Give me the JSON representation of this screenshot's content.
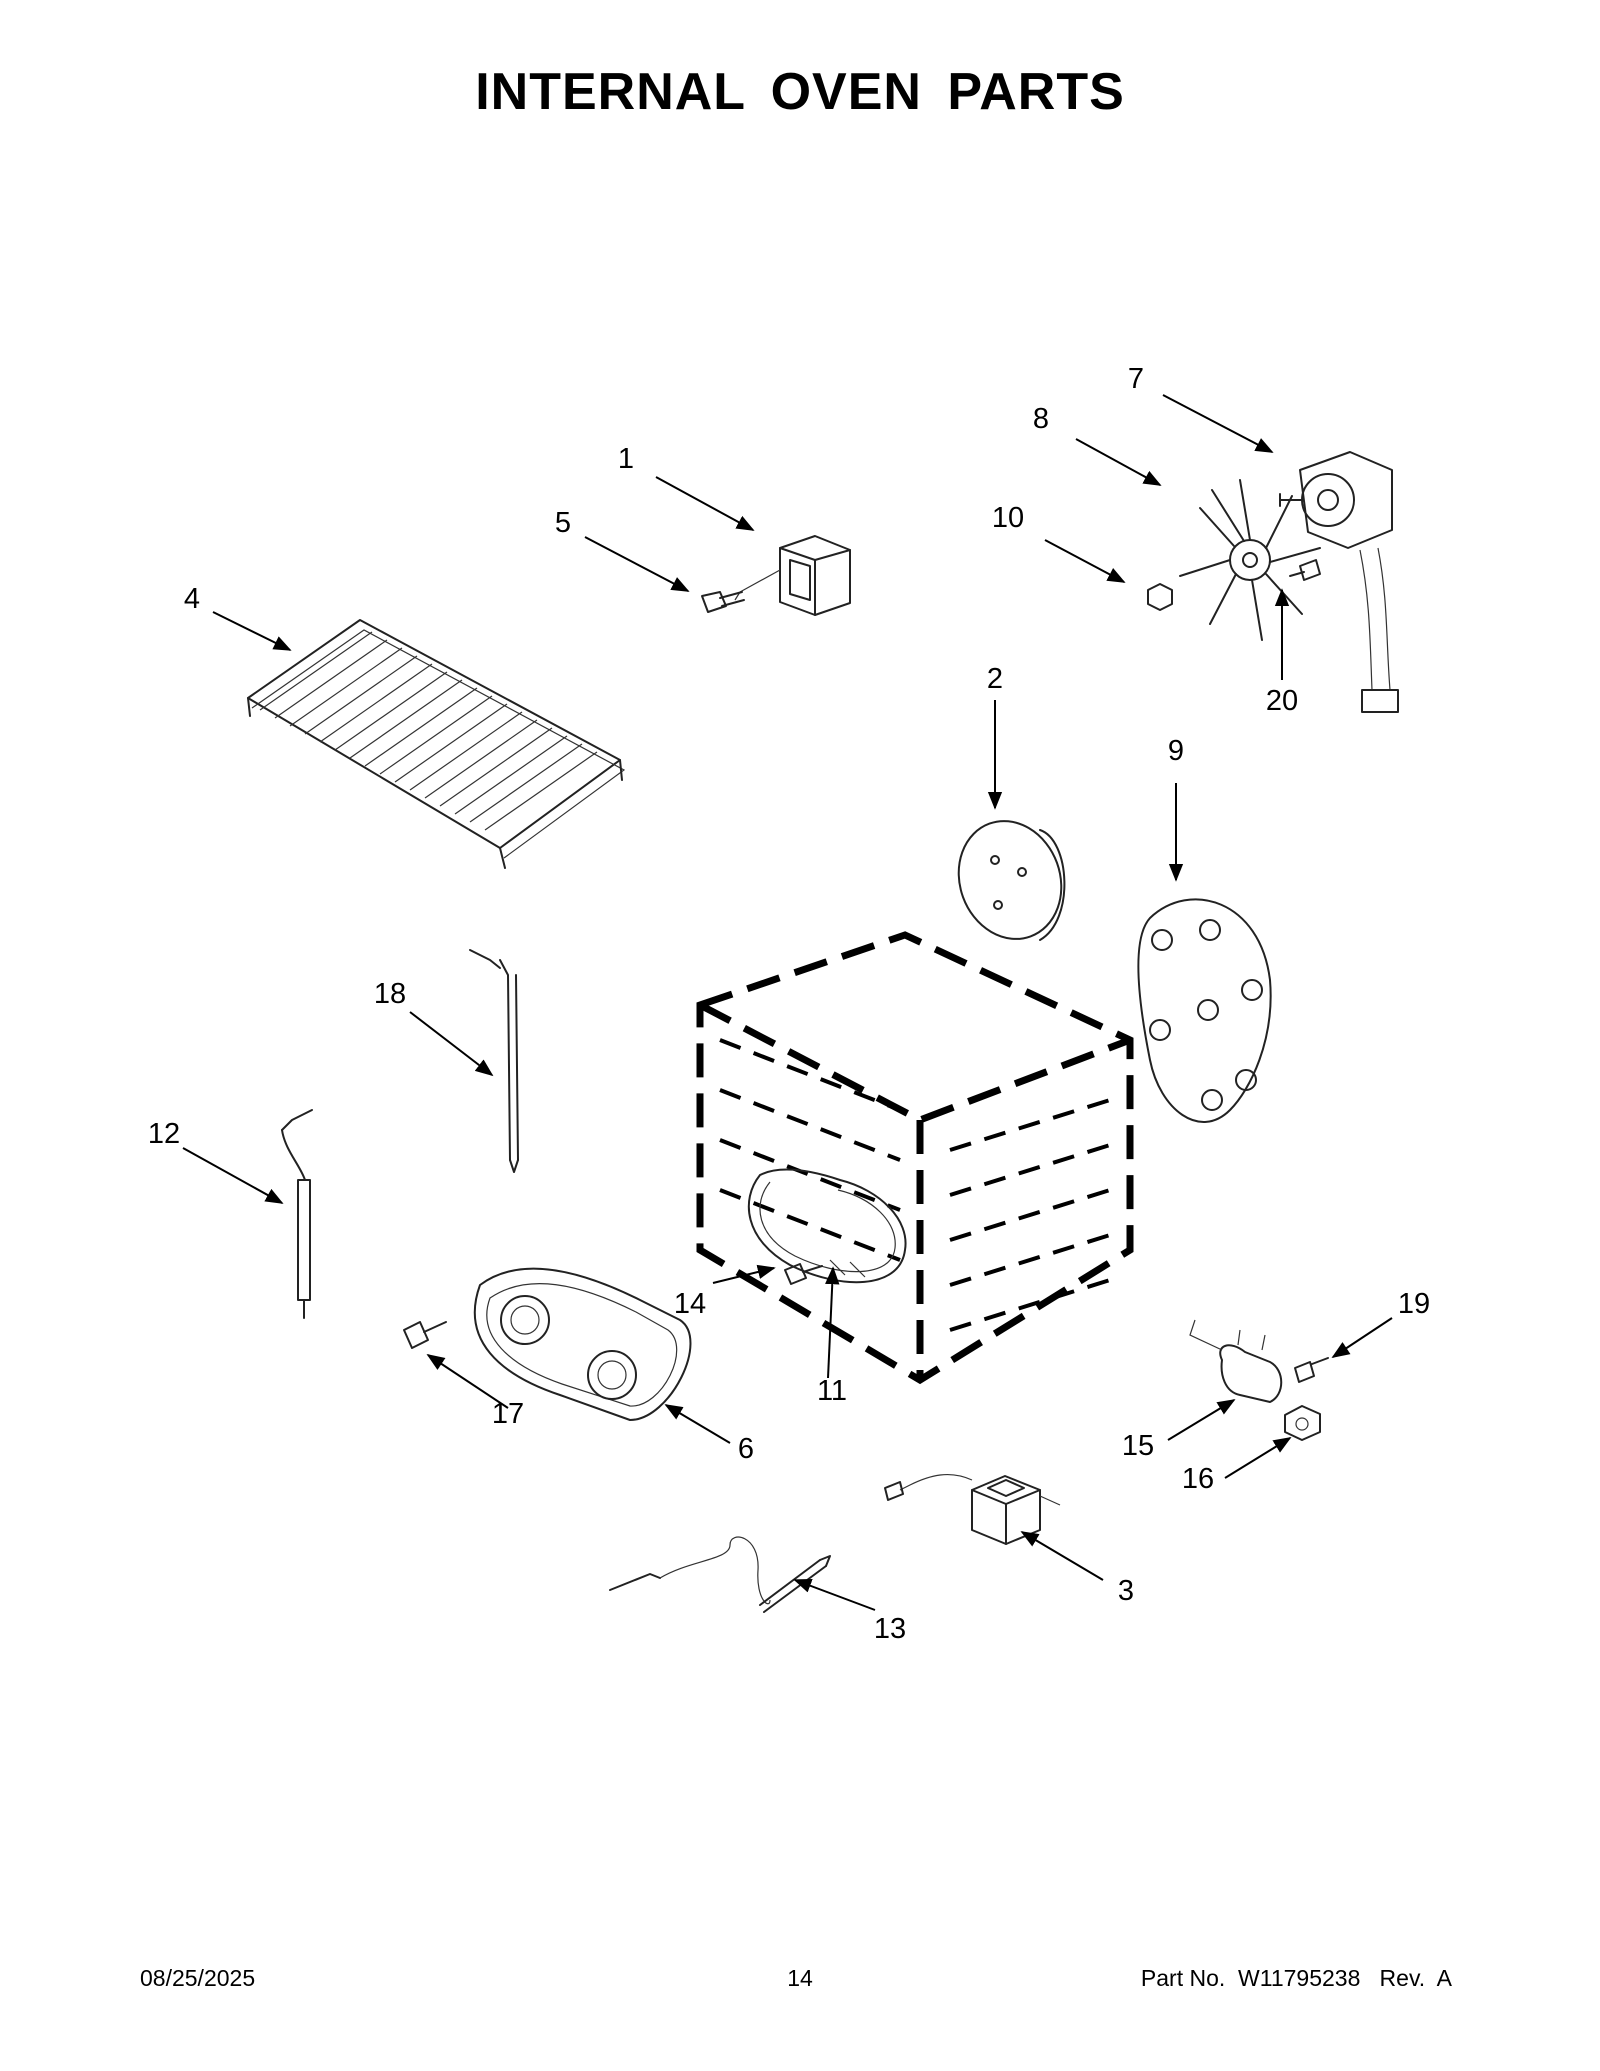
{
  "page": {
    "title": "INTERNAL OVEN PARTS"
  },
  "callouts": [
    {
      "id": "1",
      "label": "1"
    },
    {
      "id": "2",
      "label": "2"
    },
    {
      "id": "3",
      "label": "3"
    },
    {
      "id": "4",
      "label": "4"
    },
    {
      "id": "5",
      "label": "5"
    },
    {
      "id": "6",
      "label": "6"
    },
    {
      "id": "7",
      "label": "7"
    },
    {
      "id": "8",
      "label": "8"
    },
    {
      "id": "9",
      "label": "9"
    },
    {
      "id": "10",
      "label": "10"
    },
    {
      "id": "11",
      "label": "11"
    },
    {
      "id": "12",
      "label": "12"
    },
    {
      "id": "13",
      "label": "13"
    },
    {
      "id": "14",
      "label": "14"
    },
    {
      "id": "15",
      "label": "15"
    },
    {
      "id": "16",
      "label": "16"
    },
    {
      "id": "17",
      "label": "17"
    },
    {
      "id": "18",
      "label": "18"
    },
    {
      "id": "19",
      "label": "19"
    },
    {
      "id": "20",
      "label": "20"
    }
  ],
  "footer": {
    "date": "08/25/2025",
    "page_number": "14",
    "part_no": "Part No.  W11795238   Rev.  A"
  }
}
